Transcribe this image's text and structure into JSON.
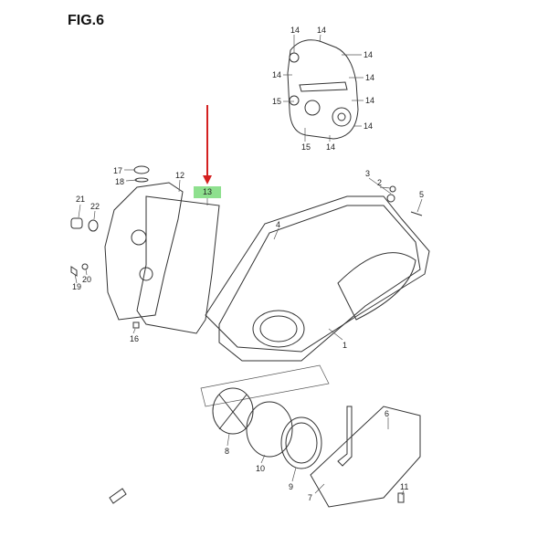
{
  "figure_title": "FIG.6",
  "highlighted_part": "13",
  "colors": {
    "arrow": "#d42020",
    "highlight": "#8ee08e"
  },
  "labels": {
    "a": "14",
    "b": "14",
    "c": "14",
    "d": "14",
    "e": "14",
    "f": "15",
    "g": "14",
    "h": "14",
    "i": "15",
    "j": "14",
    "p17": "17",
    "p18": "18",
    "p12": "12",
    "p21": "21",
    "p22": "22",
    "p19": "19",
    "p20": "20",
    "p16": "16",
    "p3": "3",
    "p2": "2",
    "p5": "5",
    "p4": "4",
    "p1": "1",
    "p8": "8",
    "p10": "10",
    "p9": "9",
    "p6": "6",
    "p7": "7",
    "p11": "11"
  }
}
